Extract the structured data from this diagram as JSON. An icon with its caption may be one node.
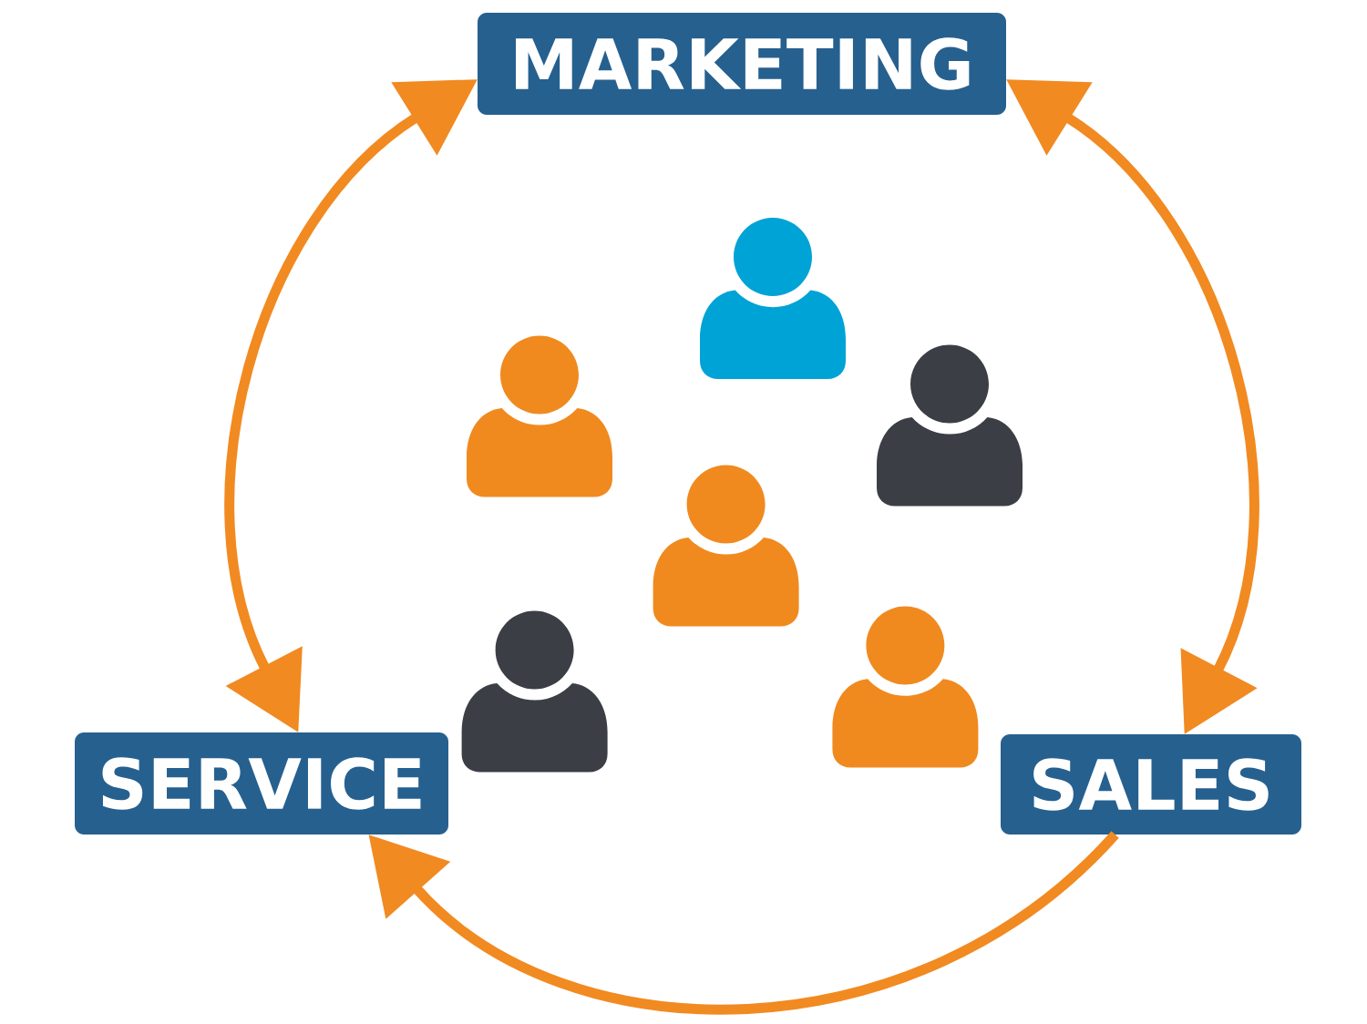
{
  "diagram": {
    "nodes": [
      {
        "text": [
          "MARKETING"
        ]
      },
      {
        "text": [
          "SERVICE"
        ]
      },
      {
        "text": [
          "SALES"
        ]
      }
    ],
    "edges": [
      {
        "from": 1,
        "to": 0,
        "arrow": "both"
      },
      {
        "from": 0,
        "to": 2,
        "arrow": "both"
      },
      {
        "from": 2,
        "to": 1,
        "arrow": "to"
      }
    ]
  }
}
